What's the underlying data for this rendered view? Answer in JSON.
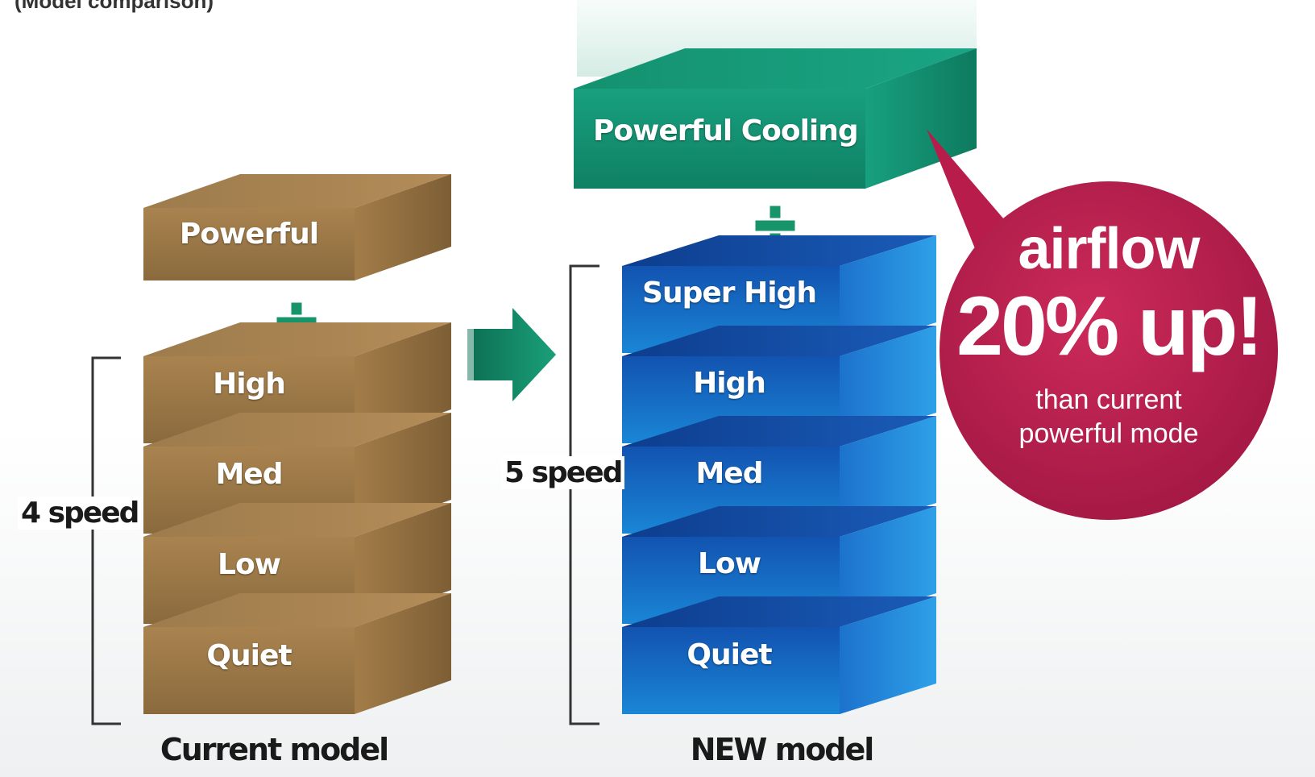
{
  "header": {
    "cut_text": "(Model comparison)"
  },
  "current_model": {
    "caption": "Current model",
    "speed_label": "4 speed",
    "top_block": "Powerful",
    "levels": [
      "High",
      "Med",
      "Low",
      "Quiet"
    ]
  },
  "new_model": {
    "caption": "NEW model",
    "speed_label": "5 speed",
    "top_block": "Powerful Cooling",
    "levels": [
      "Super High",
      "High",
      "Med",
      "Low",
      "Quiet"
    ]
  },
  "callout": {
    "line1": "airflow",
    "line2": "20% up!",
    "line3": "than current",
    "line4": "powerful mode"
  },
  "colors": {
    "brown": "#8a6a3e",
    "blue": "#1565c0",
    "teal": "#13896f",
    "crimson": "#b81c4a",
    "plus": "#18946a"
  }
}
